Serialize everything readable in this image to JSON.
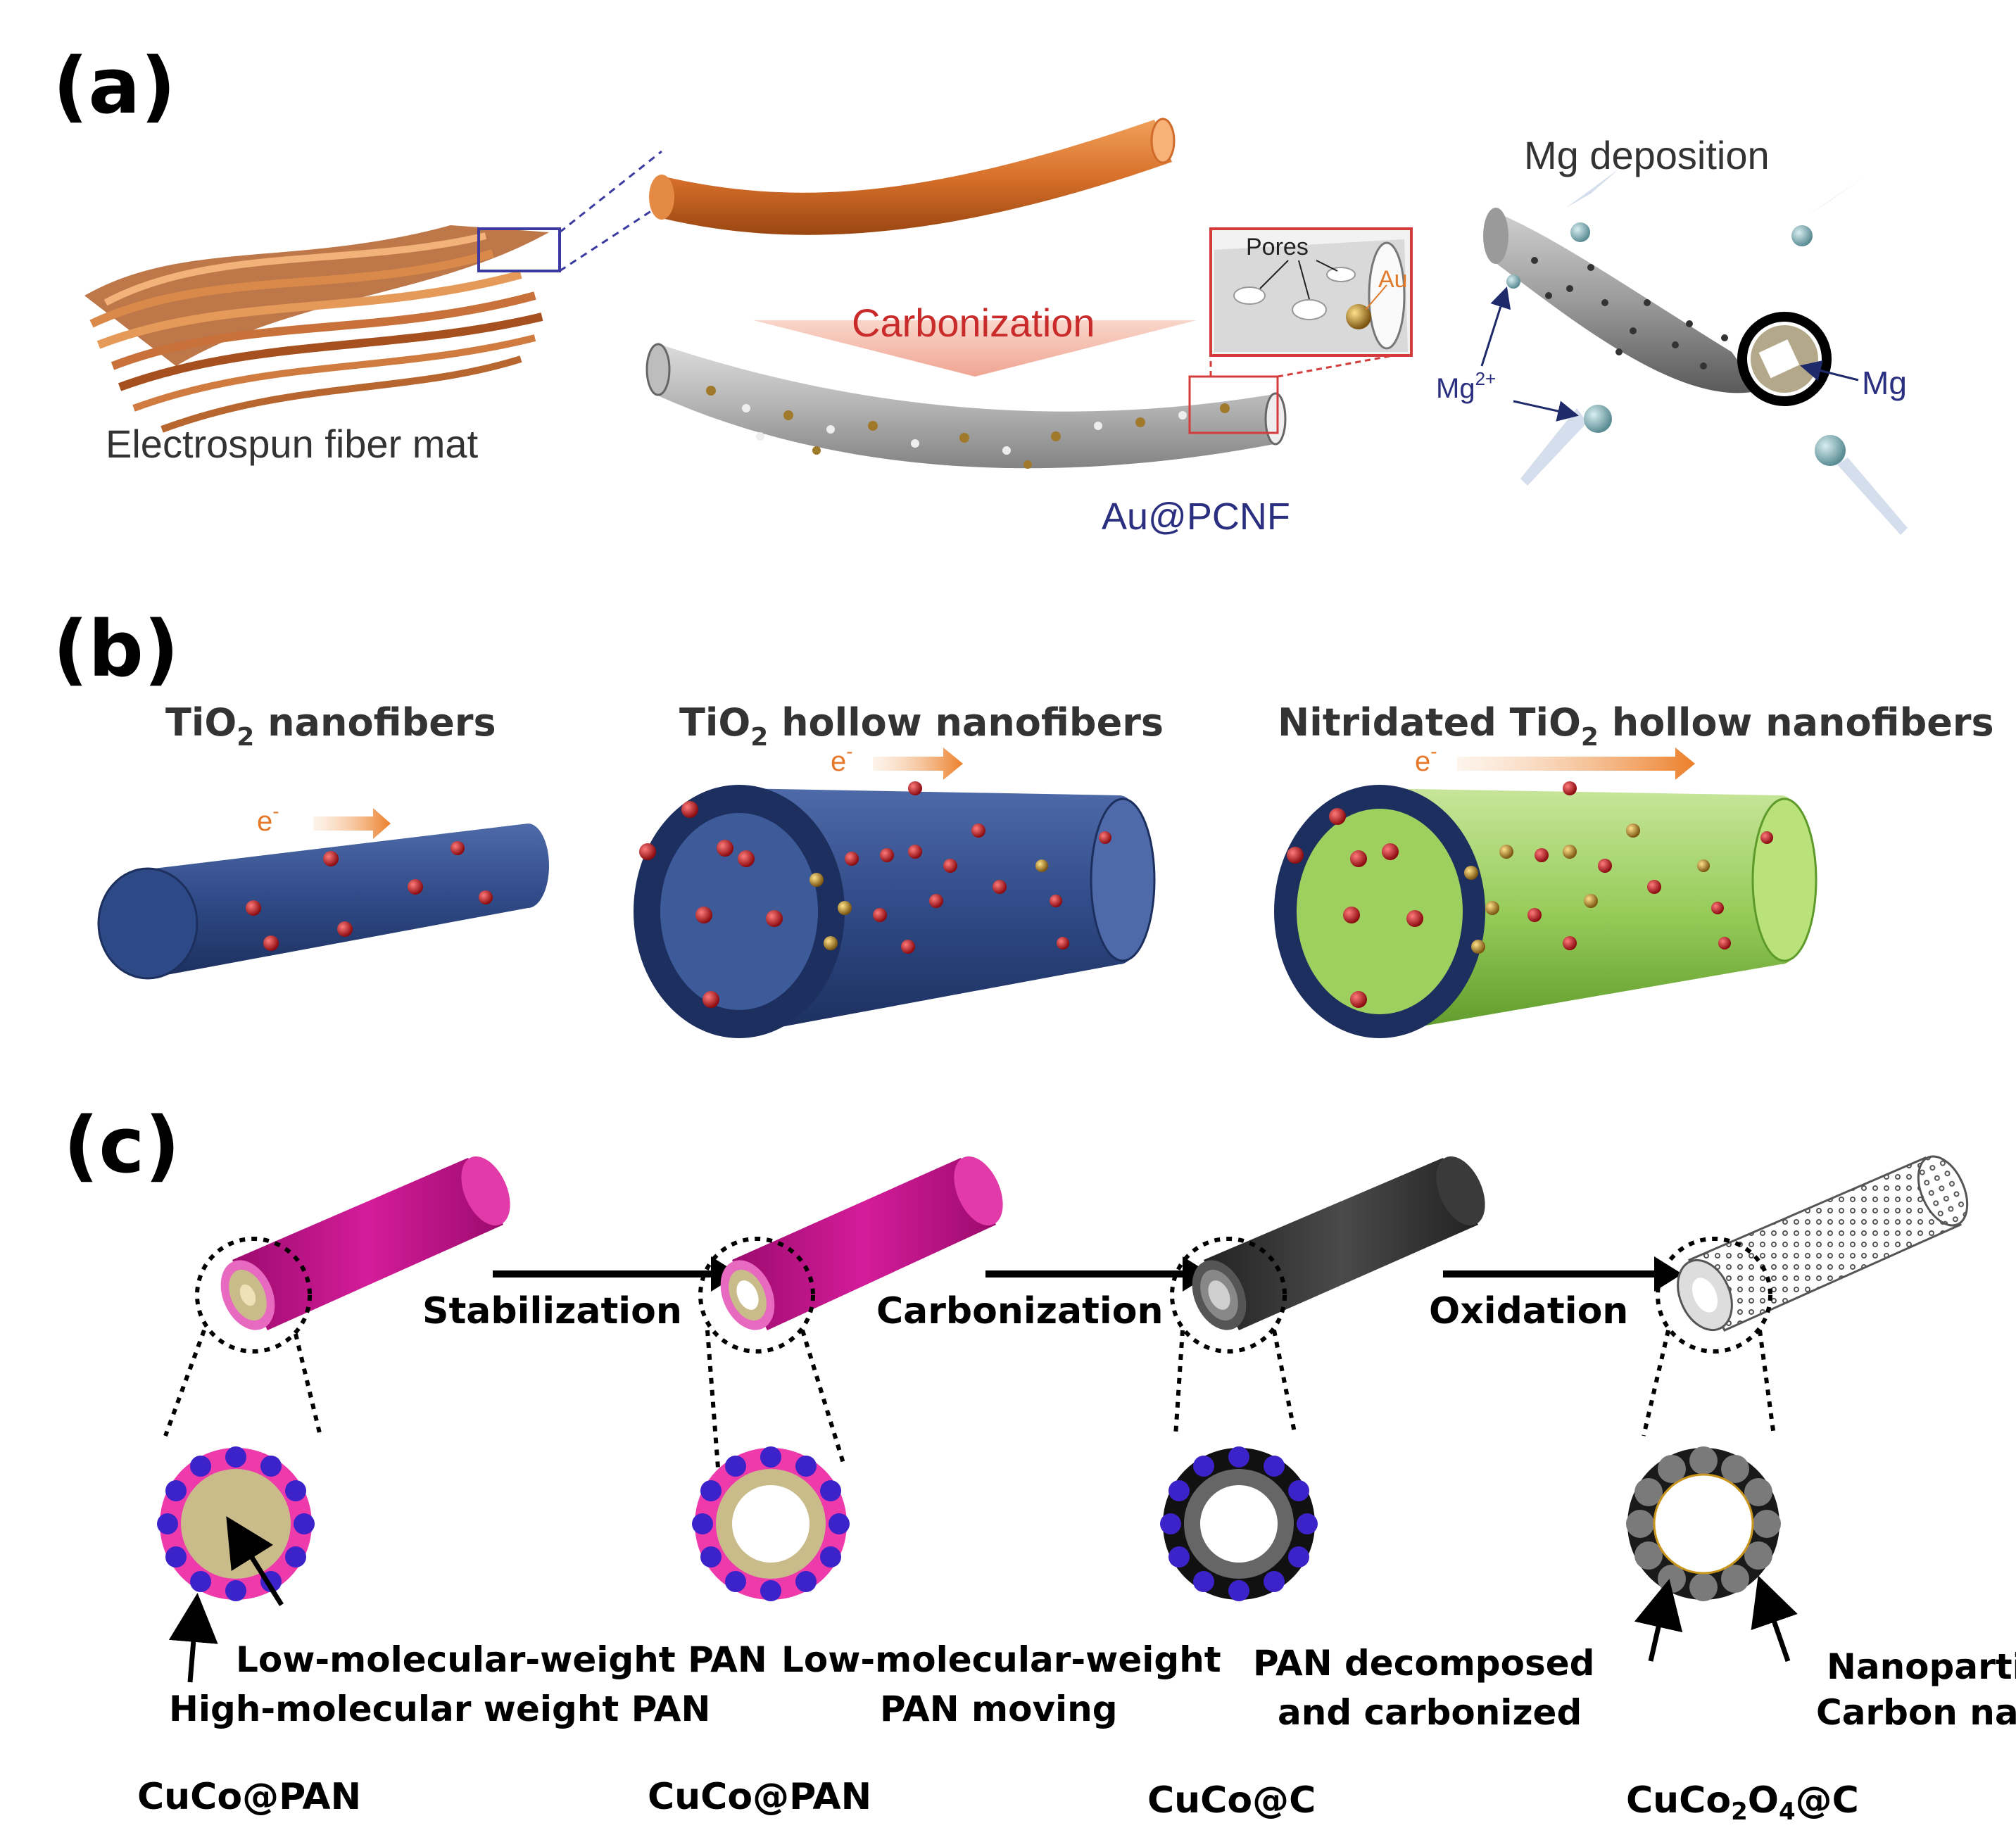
{
  "panels": {
    "a": {
      "letter": "(a)",
      "mat_label": "Electrospun fiber mat",
      "process_label": "Carbonization",
      "inset_pores": "Pores",
      "inset_au": "Au",
      "product_label": "Au@PCNF",
      "deposition_title": "Mg deposition",
      "ion_label": "Mg",
      "ion_charge": "2+",
      "metal_label": "Mg"
    },
    "b": {
      "letter": "(b)",
      "fibers": [
        {
          "name_pre": "TiO",
          "sub": "2",
          "name_post": " nanofibers"
        },
        {
          "name_pre": "TiO",
          "sub": "2",
          "name_post": " hollow nanofibers"
        },
        {
          "name_pre": "Nitridated TiO",
          "sub": "2",
          "name_post": " hollow nanofibers"
        }
      ],
      "electron_label": "e",
      "electron_sup": "-"
    },
    "c": {
      "letter": "(c)",
      "steps": [
        "Stabilization",
        "Carbonization",
        "Oxidation"
      ],
      "stage1_labels": [
        "Low-molecular-weight PAN",
        "High-molecular weight PAN"
      ],
      "stage2_labels": [
        "Low-molecular-weight",
        "PAN moving"
      ],
      "stage3_labels": [
        "PAN decomposed",
        "and carbonized"
      ],
      "stage4_labels": [
        "Nanoparticle",
        "Carbon nanotube"
      ],
      "products": [
        "CuCo@PAN",
        "CuCo@PAN",
        "CuCo@C"
      ],
      "final_product": {
        "pre": "CuCo",
        "s1": "2",
        "mid": "O",
        "s2": "4",
        "post": "@C"
      }
    }
  },
  "colors": {
    "copper": "#c8682c",
    "gray_tube": "#8a8a8a",
    "navy_tube": "#2e4a86",
    "green_tube": "#8bc34a",
    "magenta": "#c0168a",
    "dark_gray": "#3a3a3a",
    "beige": "#c9bb8a",
    "purple_dot": "#3b22c9",
    "red_dot": "#c8161e",
    "gold_dot": "#c9941c"
  }
}
